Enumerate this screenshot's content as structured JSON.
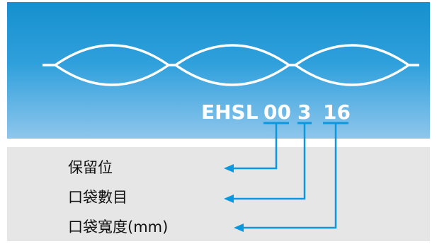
{
  "code": {
    "prefix": "EHSL",
    "segments": [
      "00",
      "3",
      "16"
    ]
  },
  "legend": [
    {
      "label": "保留位"
    },
    {
      "label": "口袋數目"
    },
    {
      "label": "口袋寬度(mm)"
    }
  ],
  "colors": {
    "top_gradient_start": "#1690cf",
    "top_gradient_end": "#8fc6ec",
    "bottom_panel": "#e6e6e6",
    "accent": "#0a98e0",
    "chain": "#ffffff",
    "code_prefix": "#ffffff"
  }
}
